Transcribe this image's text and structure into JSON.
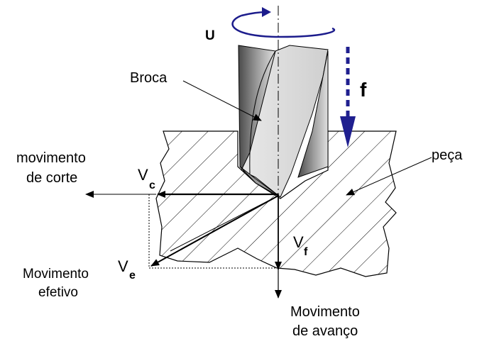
{
  "labels": {
    "rotation": "U",
    "feed_symbol": "f",
    "drill": "Broca",
    "workpiece": "peça",
    "cutting_motion_line1": "movimento",
    "cutting_motion_line2": "de corte",
    "effective_motion_line1": "Movimento",
    "effective_motion_line2": "efetivo",
    "feed_motion_line1": "Movimento",
    "feed_motion_line2": "de avanço"
  },
  "vectors": {
    "vc": {
      "symbol": "V",
      "subscript": "c"
    },
    "vf": {
      "symbol": "V",
      "subscript": "f"
    },
    "ve": {
      "symbol": "V",
      "subscript": "e"
    }
  },
  "colors": {
    "rotation_arrow": "#1c1c8c",
    "feed_arrow": "#1f1f8f",
    "drill_light": "#e2e2e2",
    "drill_shadow": "#606060",
    "hatch": "#000000",
    "outline": "#000000"
  }
}
